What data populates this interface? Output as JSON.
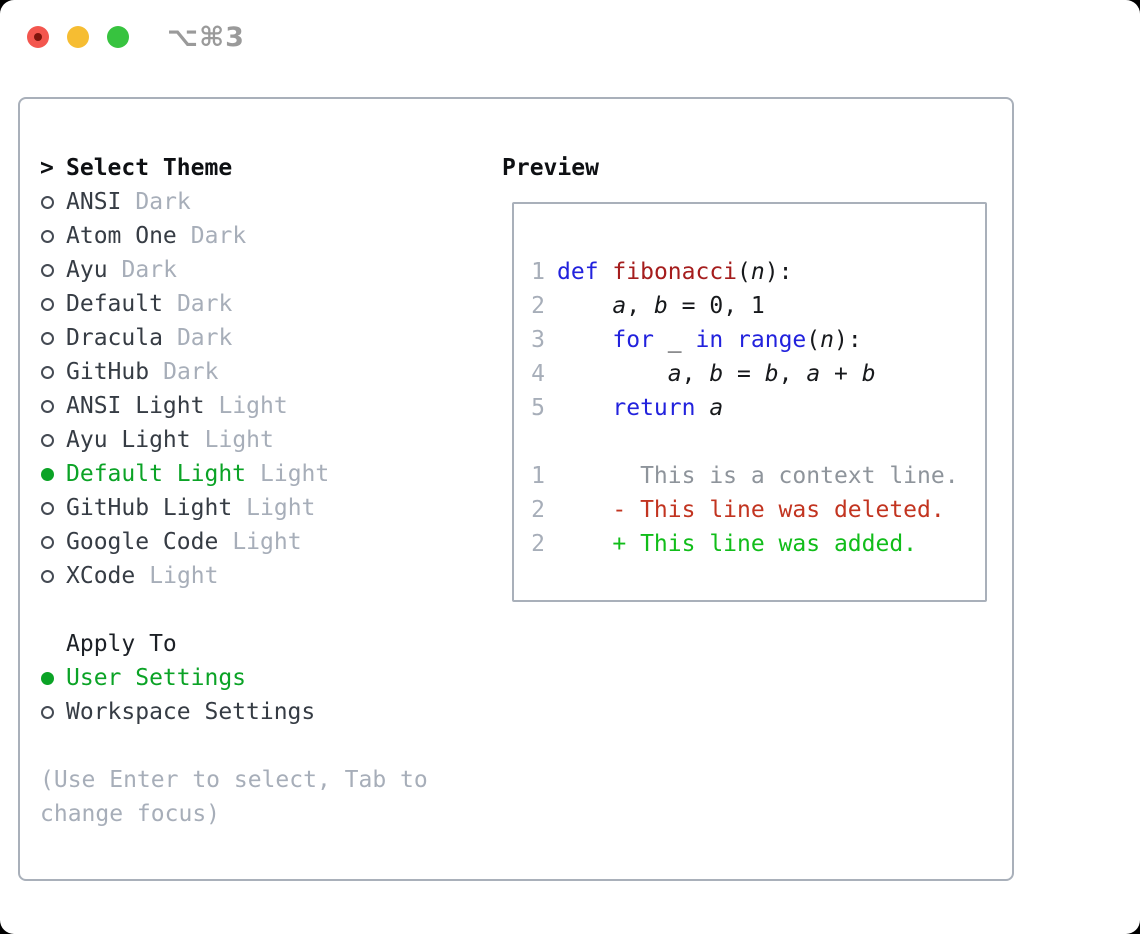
{
  "window": {
    "shortcut_label": "⌥⌘3",
    "traffic_lights": [
      "close",
      "minimize",
      "zoom"
    ]
  },
  "colors": {
    "accent_green": "#0ba326",
    "added_green": "#11bd1a",
    "deleted_red": "#c23420",
    "keyword_blue": "#2222dd",
    "function_red": "#a51d1d",
    "muted_gray": "#a7aeb9",
    "border_gray": "#a9b0ba",
    "traffic_red": "#f3564e",
    "traffic_yellow": "#f6bd32",
    "traffic_green": "#37c33f"
  },
  "theme_list": {
    "header": "Select Theme",
    "cursor": ">",
    "items": [
      {
        "name": "ANSI",
        "variant": "Dark",
        "selected": false
      },
      {
        "name": "Atom One",
        "variant": "Dark",
        "selected": false
      },
      {
        "name": "Ayu",
        "variant": "Dark",
        "selected": false
      },
      {
        "name": "Default",
        "variant": "Dark",
        "selected": false
      },
      {
        "name": "Dracula",
        "variant": "Dark",
        "selected": false
      },
      {
        "name": "GitHub",
        "variant": "Dark",
        "selected": false
      },
      {
        "name": "ANSI Light",
        "variant": "Light",
        "selected": false
      },
      {
        "name": "Ayu Light",
        "variant": "Light",
        "selected": false
      },
      {
        "name": "Default Light",
        "variant": "Light",
        "selected": true
      },
      {
        "name": "GitHub Light",
        "variant": "Light",
        "selected": false
      },
      {
        "name": "Google Code",
        "variant": "Light",
        "selected": false
      },
      {
        "name": "XCode",
        "variant": "Light",
        "selected": false
      }
    ]
  },
  "apply_to": {
    "header": "Apply To",
    "items": [
      {
        "label": "User Settings",
        "selected": true
      },
      {
        "label": "Workspace Settings",
        "selected": false
      }
    ]
  },
  "help_lines": [
    "(Use Enter to select, Tab to",
    "change focus)"
  ],
  "preview": {
    "label": "Preview",
    "lines": [
      {
        "num": "1",
        "tokens": [
          {
            "t": "def",
            "c": "kw"
          },
          {
            "t": " ",
            "c": "pl"
          },
          {
            "t": "fibonacci",
            "c": "fn"
          },
          {
            "t": "(",
            "c": "pl"
          },
          {
            "t": "n",
            "c": "var"
          },
          {
            "t": "):",
            "c": "pl"
          }
        ]
      },
      {
        "num": "2",
        "tokens": [
          {
            "t": "    ",
            "c": "pl"
          },
          {
            "t": "a",
            "c": "var"
          },
          {
            "t": ", ",
            "c": "pl"
          },
          {
            "t": "b",
            "c": "var"
          },
          {
            "t": " = 0, 1",
            "c": "pl"
          }
        ]
      },
      {
        "num": "3",
        "tokens": [
          {
            "t": "    ",
            "c": "pl"
          },
          {
            "t": "for",
            "c": "kw"
          },
          {
            "t": " _ ",
            "c": "pl"
          },
          {
            "t": "in",
            "c": "kw"
          },
          {
            "t": " ",
            "c": "pl"
          },
          {
            "t": "range",
            "c": "kw"
          },
          {
            "t": "(",
            "c": "pl"
          },
          {
            "t": "n",
            "c": "var"
          },
          {
            "t": "):",
            "c": "pl"
          }
        ]
      },
      {
        "num": "4",
        "tokens": [
          {
            "t": "        ",
            "c": "pl"
          },
          {
            "t": "a",
            "c": "var"
          },
          {
            "t": ", ",
            "c": "pl"
          },
          {
            "t": "b",
            "c": "var"
          },
          {
            "t": " = ",
            "c": "pl"
          },
          {
            "t": "b",
            "c": "var"
          },
          {
            "t": ", ",
            "c": "pl"
          },
          {
            "t": "a",
            "c": "var"
          },
          {
            "t": " + ",
            "c": "pl"
          },
          {
            "t": "b",
            "c": "var"
          }
        ]
      },
      {
        "num": "5",
        "tokens": [
          {
            "t": "    ",
            "c": "pl"
          },
          {
            "t": "return",
            "c": "kw"
          },
          {
            "t": " ",
            "c": "pl"
          },
          {
            "t": "a",
            "c": "var"
          }
        ]
      },
      {
        "blank": true
      },
      {
        "num": "1",
        "tokens": [
          {
            "t": "      This is a context line.",
            "c": "ctx"
          }
        ]
      },
      {
        "num": "2",
        "tokens": [
          {
            "t": "    - This line was deleted.",
            "c": "del"
          }
        ]
      },
      {
        "num": "2",
        "tokens": [
          {
            "t": "    + This line was added.",
            "c": "add"
          }
        ]
      }
    ]
  }
}
